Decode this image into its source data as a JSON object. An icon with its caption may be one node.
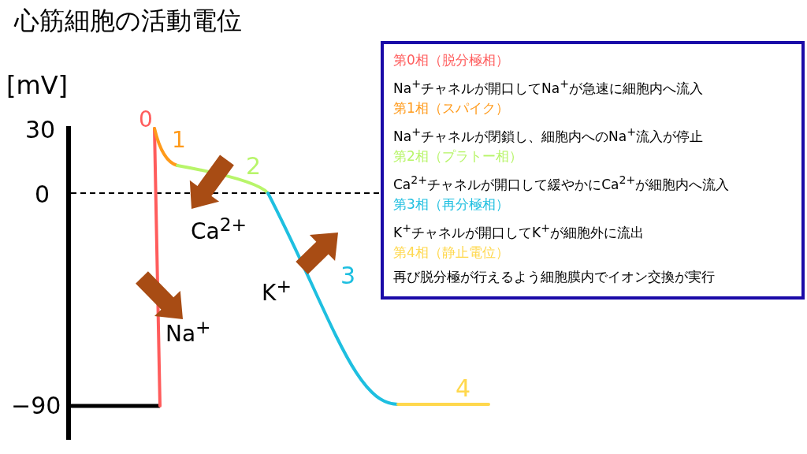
{
  "diagram": {
    "title": "心筋細胞の活動電位",
    "nodes": [
      {
        "text": [
          "第0相（脱分極相）",
          "Na$^{+}$チャネルが開口してNa$^{+}$が急速に細胞内へ流入",
          "第1相（スパイク）",
          "Na$^{+}$チャネルが閉鎖し、細胞内へのNa$^{+}$流入が停止",
          "第2相（プラトー相）",
          "Ca$^{2+}$チャネルが開口して緩やかにCa$^{2+}$が細胞内へ流入",
          "第3相（再分極相）",
          "K$^{+}$チャネルが開口してK$^{+}$が細胞外に流出",
          "第4相（静止電位）",
          "再び脱分極が行えるよう細胞膜内でイオン交換が実行"
        ]
      }
    ],
    "labels": [
      "[mV]",
      "30",
      "0",
      "−90",
      "0",
      "1",
      "2",
      "3",
      "4",
      "Ca$^{2+}$",
      "Na$^{+}$",
      "K$^{+}$"
    ]
  }
}
